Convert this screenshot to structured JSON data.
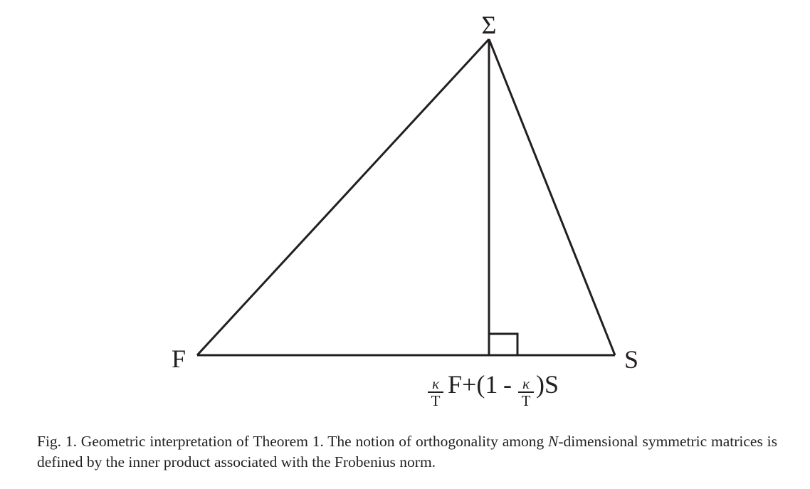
{
  "diagram": {
    "vertices": {
      "top": "Σ",
      "left": "F",
      "right": "S"
    },
    "foot_label": {
      "frac_num": "κ",
      "frac_den": "T",
      "part1": "F+(1",
      "minus": "-",
      "part2": ")S"
    },
    "stroke_color": "#231f20"
  },
  "caption": {
    "prefix": "Fig. 1. Geometric interpretation of Theorem 1. The notion of orthogonality among ",
    "emphasis": "N",
    "suffix": "-dimensional symmetric matrices is defined by the inner product associated with the Frobenius norm."
  }
}
